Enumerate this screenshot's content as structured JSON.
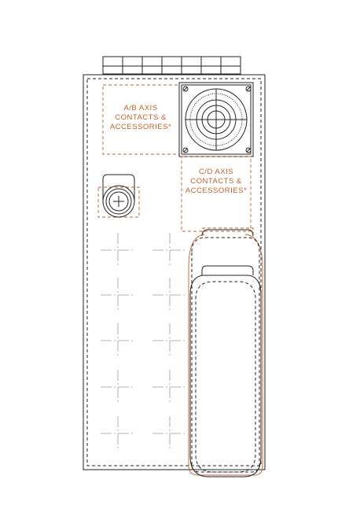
{
  "labels": {
    "ab_line1": "A/B AXIS",
    "ab_line2": "CONTACTS &",
    "ab_line3": "ACCESSORIES*",
    "cd_line1": "C/D AXIS",
    "cd_line2": "CONTACTS &",
    "cd_line3": "ACCESSORIES*"
  },
  "colors": {
    "outline": "#222222",
    "accent": "#c0602a",
    "centerline": "#9a9a9a"
  }
}
